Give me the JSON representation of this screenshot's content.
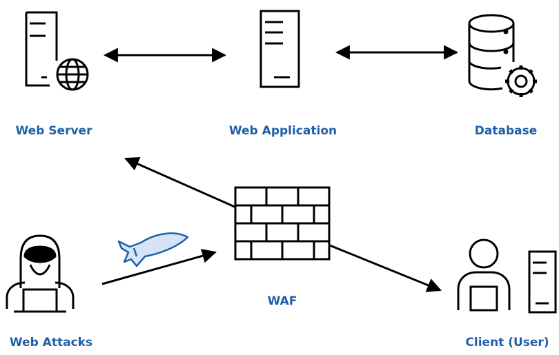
{
  "nodes": {
    "web_server": {
      "label": "Web Server",
      "icon": "server-globe-icon"
    },
    "web_application": {
      "label": "Web Application",
      "icon": "server-icon"
    },
    "database": {
      "label": "Database",
      "icon": "database-gear-icon"
    },
    "waf": {
      "label": "WAF",
      "icon": "brick-firewall-icon"
    },
    "web_attacks": {
      "label": "Web Attacks",
      "icon": "hooded-hacker-icon"
    },
    "client": {
      "label": "Client (User)",
      "icon": "user-computer-icon"
    }
  },
  "attack_icon": "missile-icon",
  "colors": {
    "label": "#1f5fa8",
    "stroke": "#000000",
    "missile_fill": "#d6e4f5",
    "missile_stroke": "#1f5fa8"
  }
}
